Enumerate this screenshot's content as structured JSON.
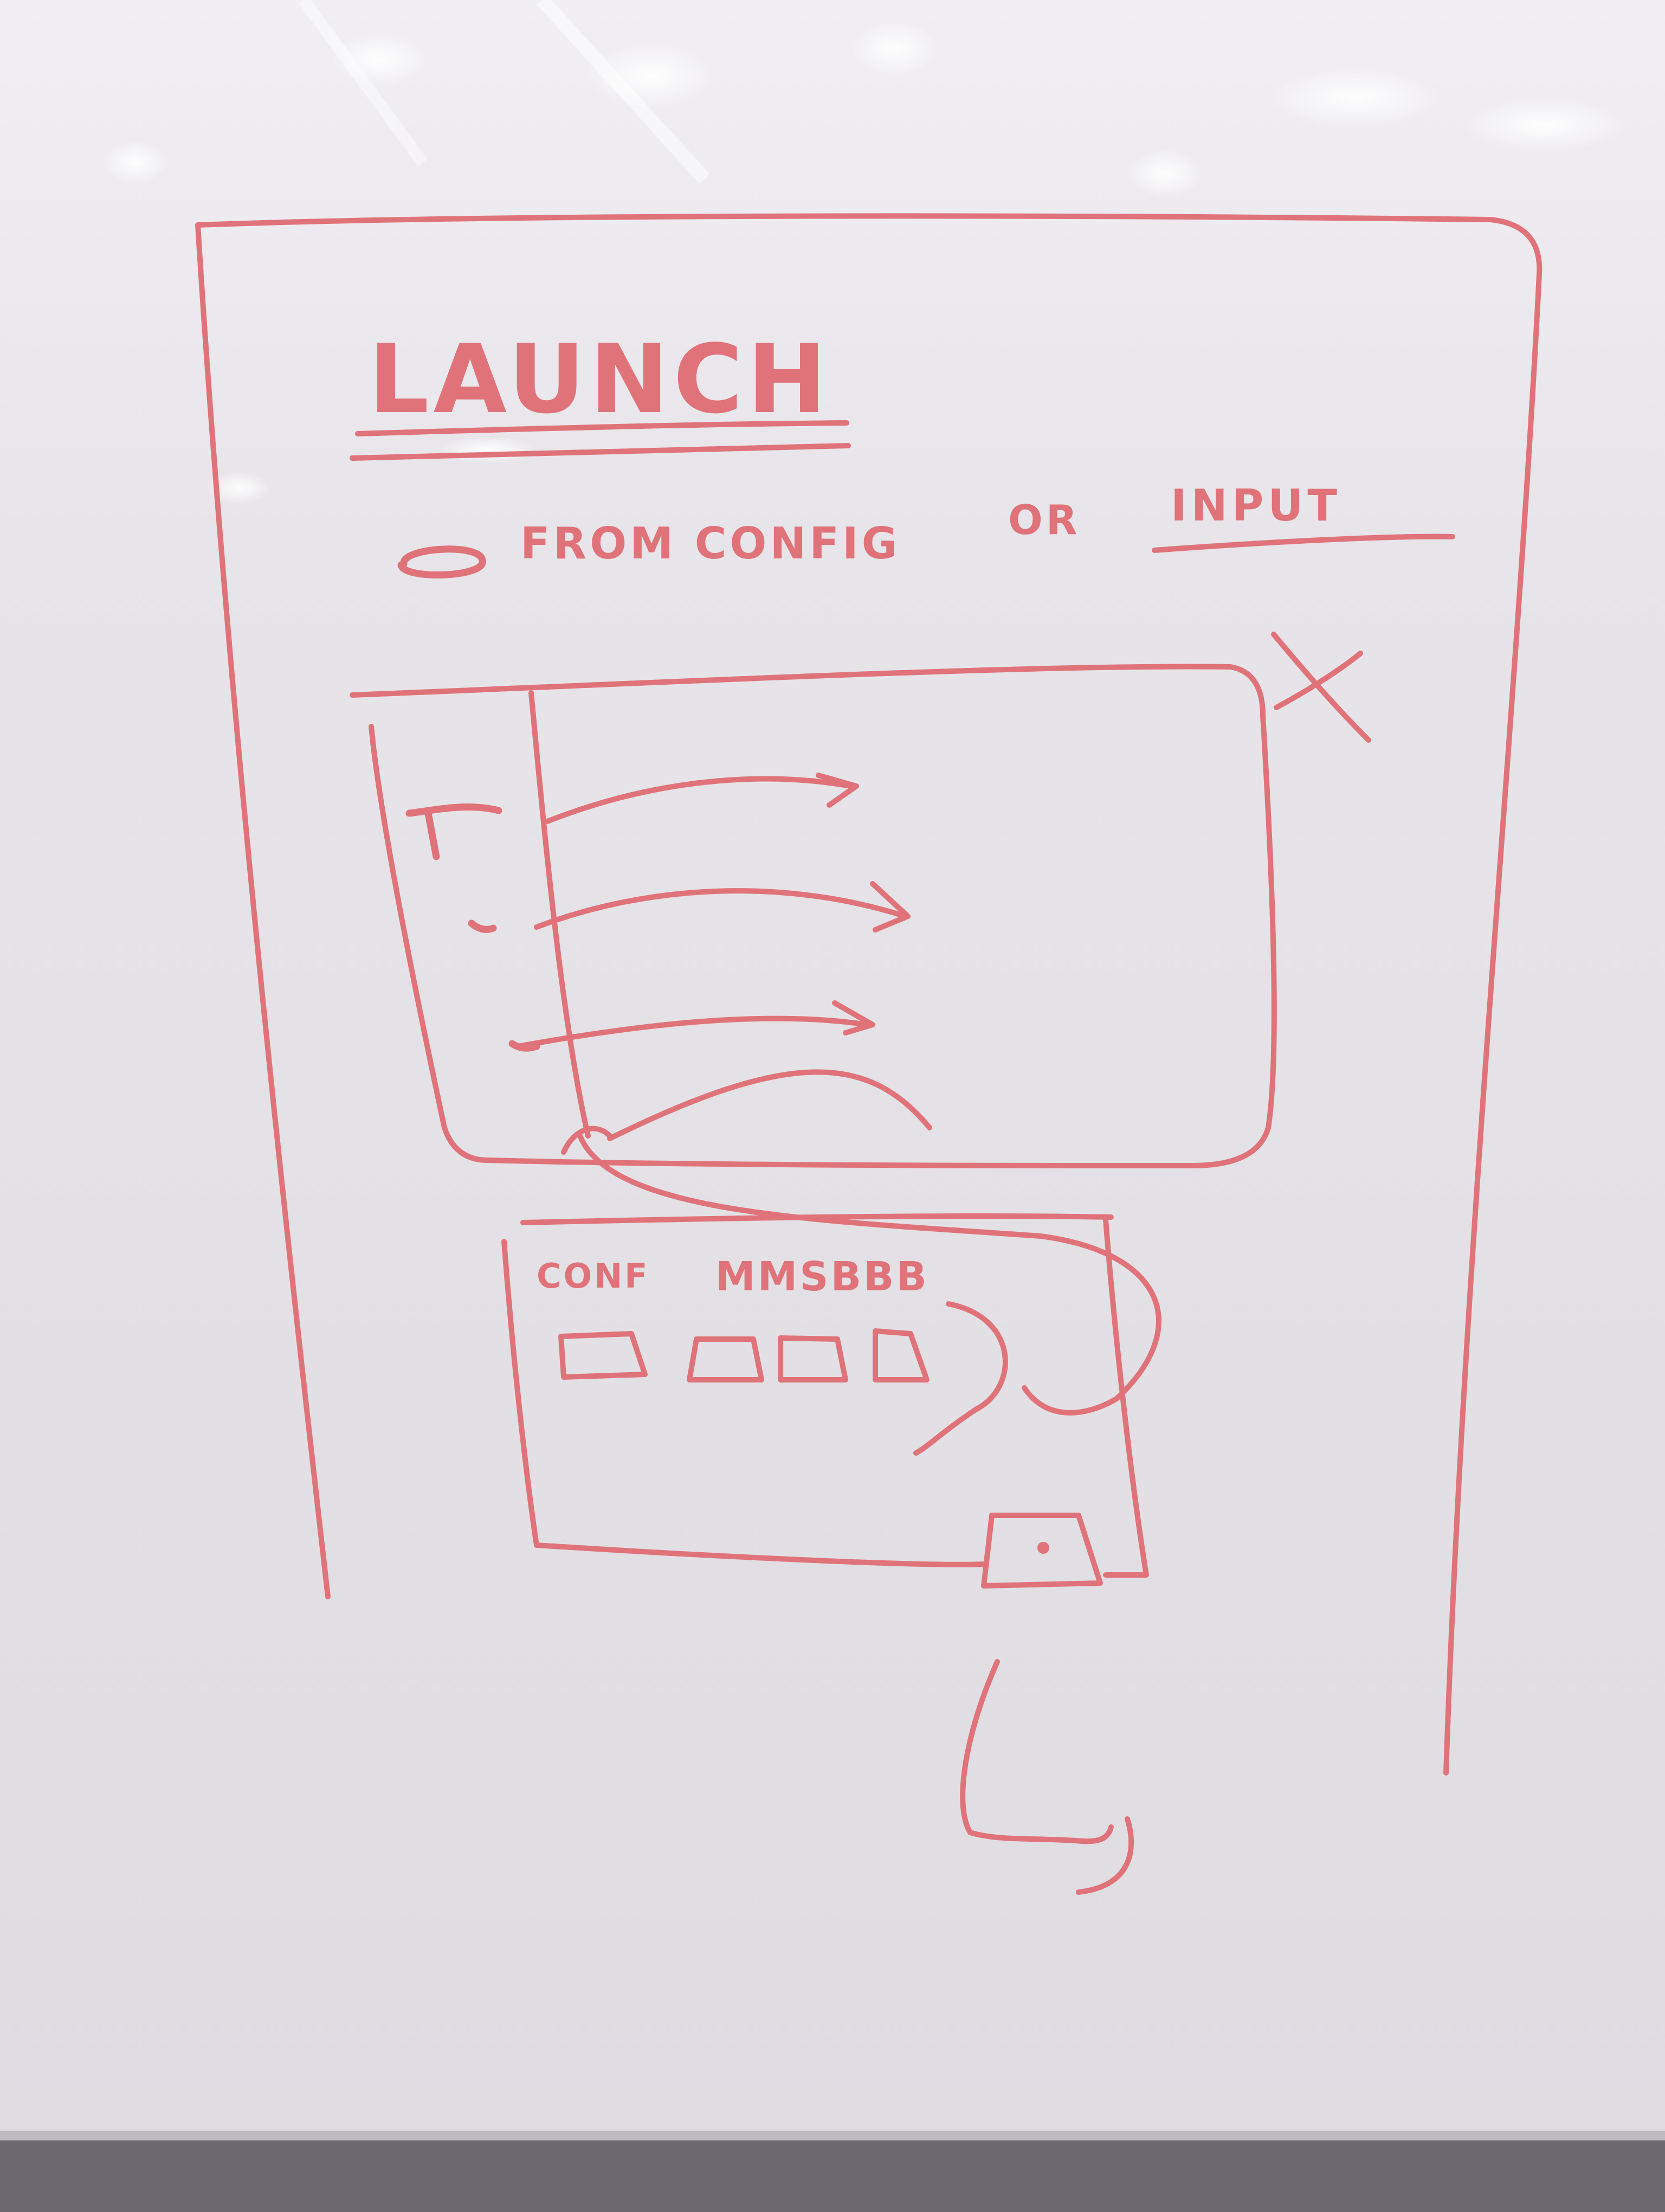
{
  "sketch": {
    "title": "LAUNCH",
    "option_text": "FROM CONFIG",
    "or_text": "OR",
    "input_text": "INPUT",
    "close_mark": "X",
    "panel_label": "CONF",
    "panel_label_2": "MMSBBB"
  },
  "colors": {
    "ink": "#e0737a",
    "board": "#e6e4e8",
    "frame": "#5f5c62"
  }
}
